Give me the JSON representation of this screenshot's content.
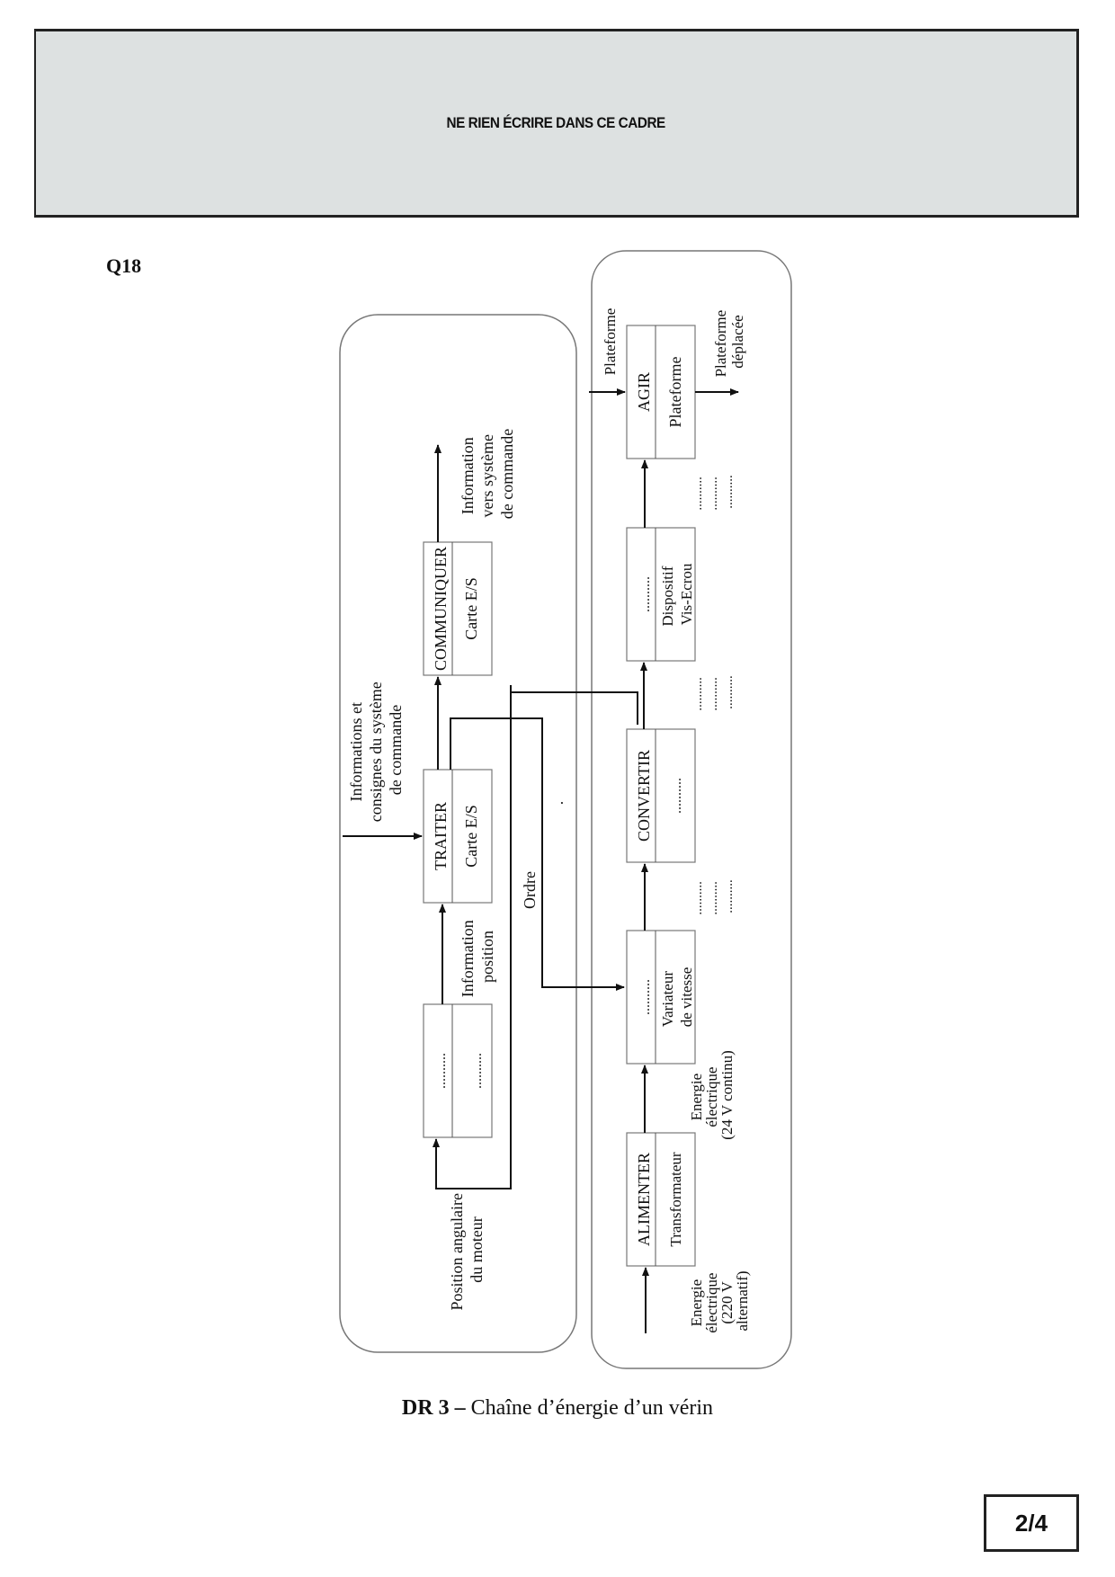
{
  "header": {
    "notice": "NE RIEN ÉCRIRE DANS CE CADRE"
  },
  "question_label": "Q18",
  "diagram": {
    "information_chain": {
      "blocks": [
        {
          "function": "..........",
          "component": ".........."
        },
        {
          "function": "TRAITER",
          "component": "Carte E/S"
        },
        {
          "function": "COMMUNIQUER",
          "component": "Carte E/S"
        }
      ],
      "labels": {
        "input_position": [
          "Position angulaire",
          "du moteur"
        ],
        "info_position": [
          "Information",
          "position"
        ],
        "consignes": [
          "Informations et",
          "consignes du système",
          "de commande"
        ],
        "output_info": [
          "Information",
          "vers système",
          "de commande"
        ],
        "ordre": "Ordre",
        "dot": "."
      }
    },
    "energy_chain": {
      "blocks": [
        {
          "function": "ALIMENTER",
          "component": "Transformateur"
        },
        {
          "function": "..........",
          "component": [
            "Variateur",
            "de vitesse"
          ]
        },
        {
          "function": "CONVERTIR",
          "component": ".........."
        },
        {
          "function": "..........",
          "component": [
            "Dispositif",
            "Vis-Ecrou"
          ]
        },
        {
          "function": "AGIR",
          "component": "Plateforme"
        }
      ],
      "labels": {
        "input_energy": [
          "Energie",
          "électrique",
          "(220 V",
          "alternatif)"
        ],
        "energy_24v": [
          "Energie",
          "électrique",
          "(24 V continu)"
        ],
        "blank_after_variateur": [
          "..........",
          "..........",
          ".........."
        ],
        "blank_after_convertir": [
          "..........",
          "..........",
          ".........."
        ],
        "blank_after_visecrou": [
          "..........",
          "..........",
          ".........."
        ],
        "matiere_in": "Plateforme",
        "matiere_out": [
          "Plateforme",
          "déplacée"
        ]
      }
    }
  },
  "caption": {
    "bold": "DR 3 –",
    "text": " Chaîne d’énergie d’un vérin"
  },
  "page_number": "2/4"
}
